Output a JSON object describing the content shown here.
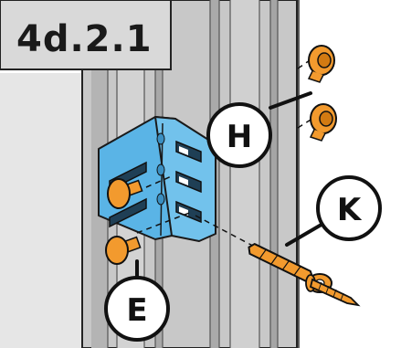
{
  "step": {
    "label": "4d.2.1"
  },
  "callouts": {
    "h": {
      "letter": "H"
    },
    "k": {
      "letter": "K"
    },
    "e": {
      "letter": "E"
    }
  },
  "colors": {
    "bracket": "#5ab4e6",
    "fastener": "#f29a2e",
    "post": "#c9c9c9",
    "label_bg": "#d9d9d9"
  },
  "parts": {
    "bracket": "angle-bracket",
    "caps": "cover-caps",
    "anchor": "wall-plug-with-washer-and-screw",
    "bolts": "mushroom-head-bolts"
  }
}
